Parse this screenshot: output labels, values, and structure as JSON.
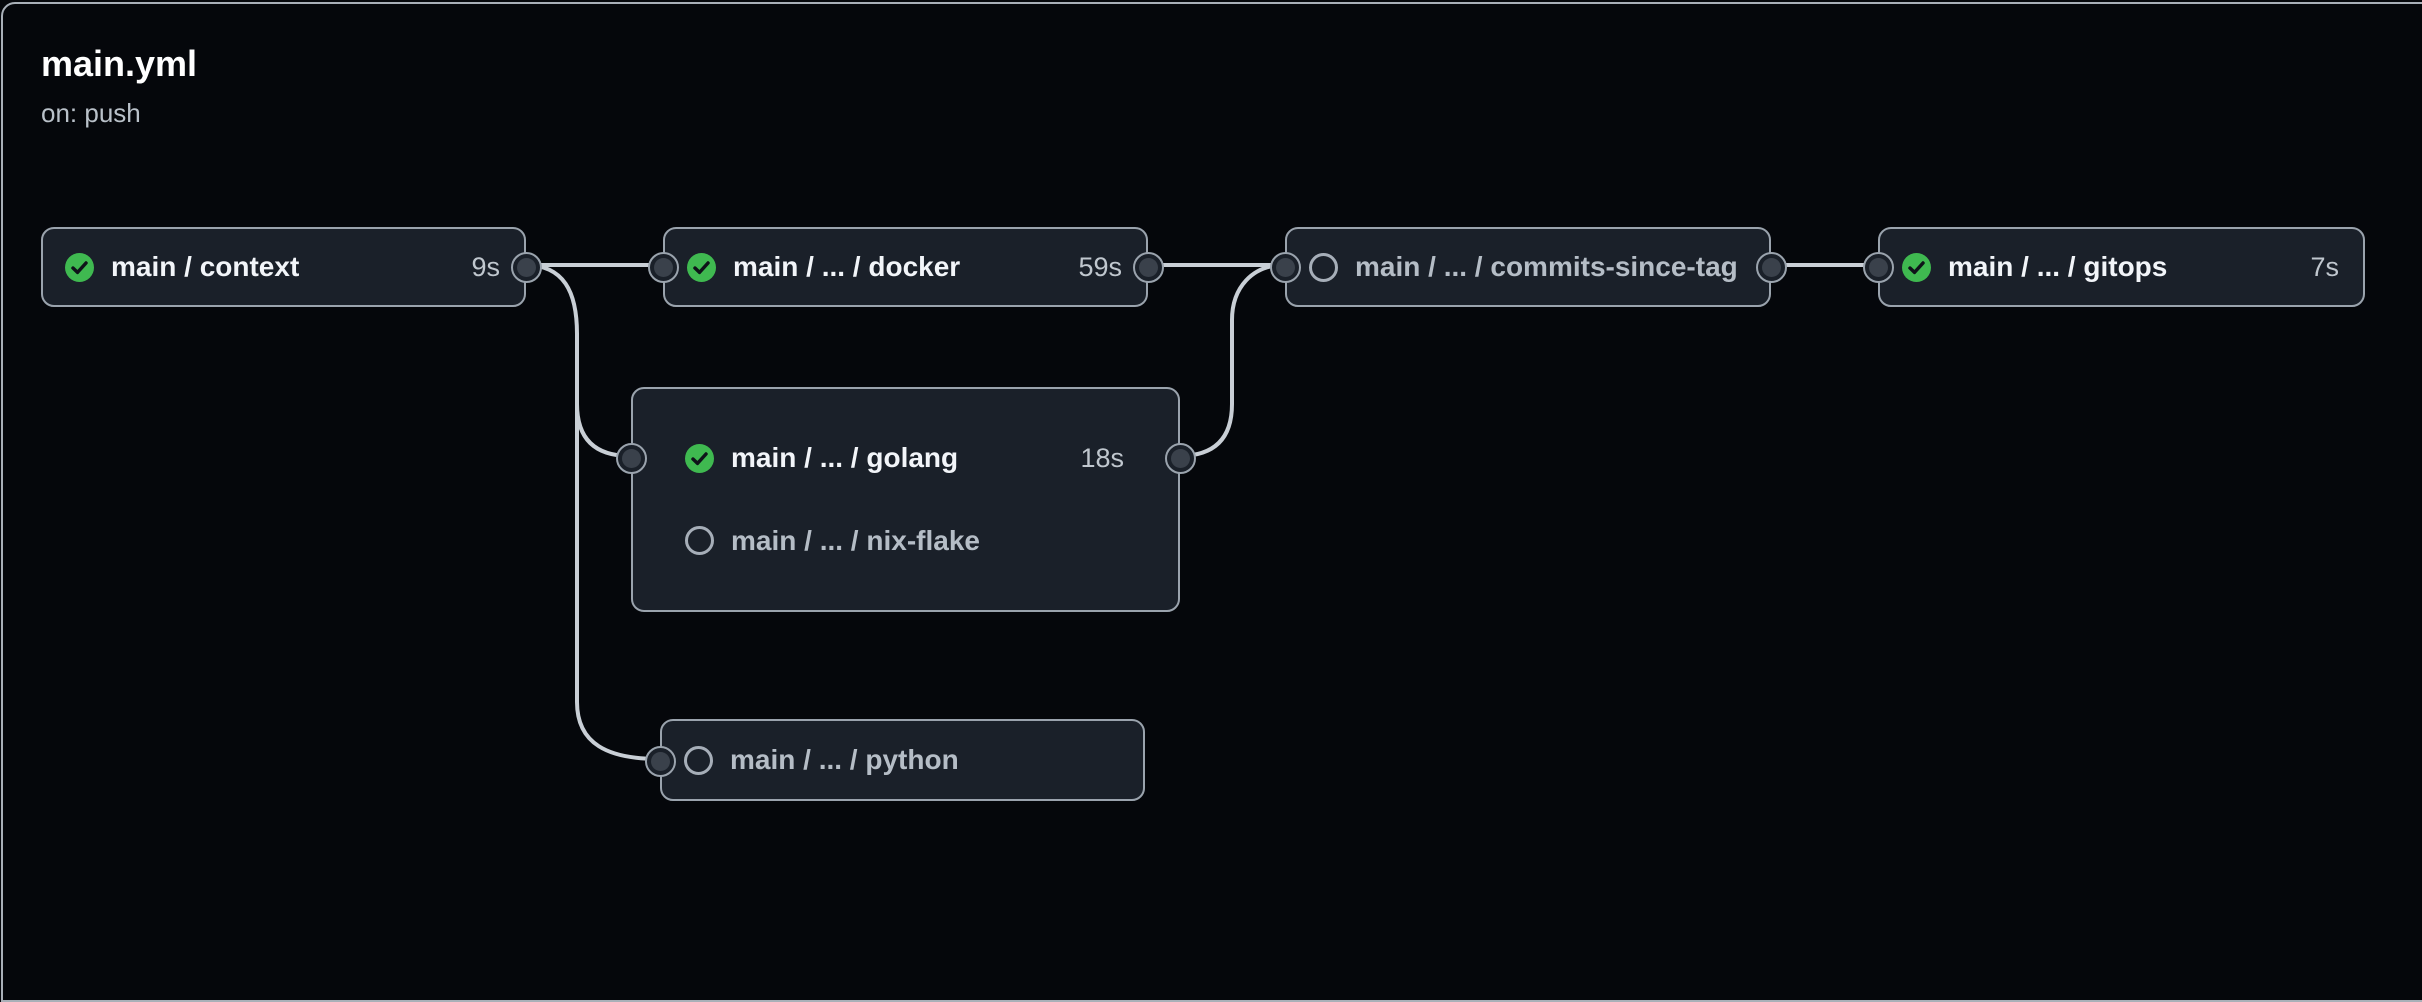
{
  "header": {
    "title": "main.yml",
    "trigger": "on: push"
  },
  "jobs": [
    {
      "id": "context",
      "label": "main / context",
      "duration": "9s",
      "status": "success"
    },
    {
      "id": "docker",
      "label": "main / ... / docker",
      "duration": "59s",
      "status": "success"
    },
    {
      "id": "golang",
      "label": "main / ... / golang",
      "duration": "18s",
      "status": "success"
    },
    {
      "id": "nix-flake",
      "label": "main / ... / nix-flake",
      "duration": "",
      "status": "queued"
    },
    {
      "id": "python",
      "label": "main / ... / python",
      "duration": "",
      "status": "queued"
    },
    {
      "id": "commits-since-tag",
      "label": "main / ... / commits-since-tag",
      "duration": "",
      "status": "queued"
    },
    {
      "id": "gitops",
      "label": "main / ... / gitops",
      "duration": "7s",
      "status": "success"
    }
  ],
  "icons": {
    "success": "check-circle-icon",
    "queued": "queued-circle-icon"
  },
  "colors": {
    "canvas_background": "#05070b",
    "page_background": "#06080c",
    "panel_border": "#a9b0b8",
    "node_background": "#1a2029",
    "node_border": "#9aa3ad",
    "edge_line": "#c9cfd6",
    "connector_dot": "#3a414b",
    "success_green": "#3fb950",
    "check_glyph": "#0f1319",
    "label_complete": "#f2f5f9",
    "label_queued": "#b5bdc6",
    "duration_text": "#c0c7ce",
    "title_text": "#ffffff",
    "subtitle_text": "#b9c1c9",
    "queued_ring": "#a6aeb8"
  }
}
